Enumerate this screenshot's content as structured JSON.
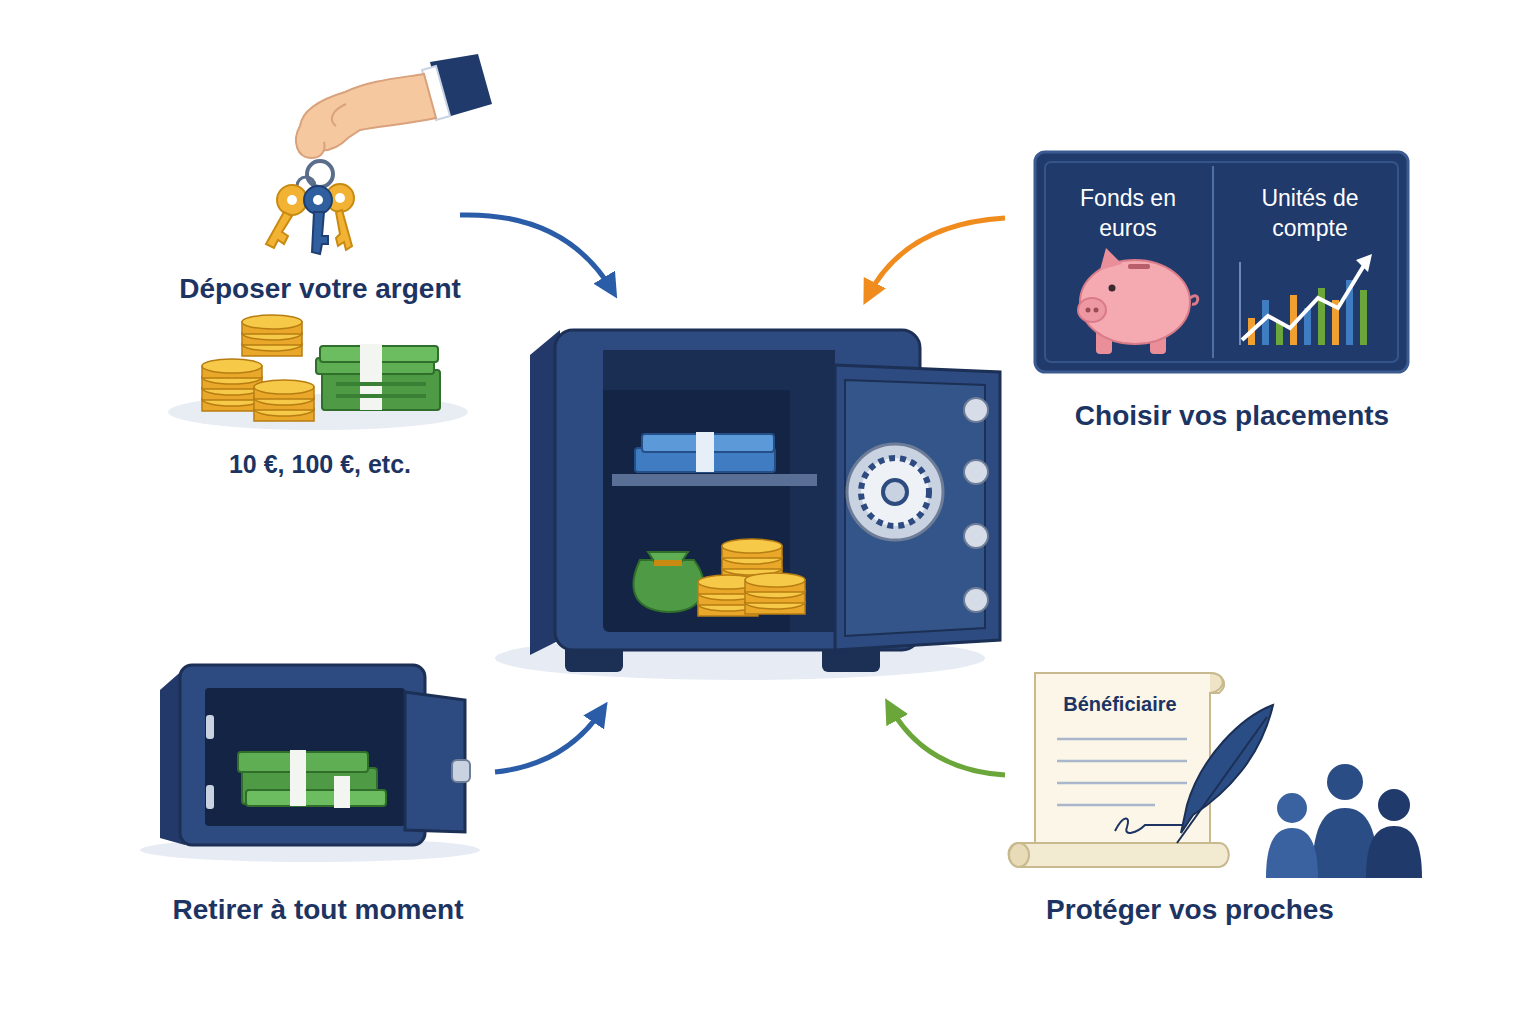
{
  "diagram": {
    "nodes": [
      {
        "text": [
          "Fonds en euros"
        ]
      },
      {
        "text": [
          "Unités de compte"
        ]
      },
      {
        "text": [
          "Bénéficiaire"
        ]
      }
    ],
    "labels": [
      "Déposer votre argent",
      "10 €, 100 €, etc.",
      "Choisir vos placements",
      "Retirer à tout moment",
      "Protéger vos proches"
    ]
  }
}
